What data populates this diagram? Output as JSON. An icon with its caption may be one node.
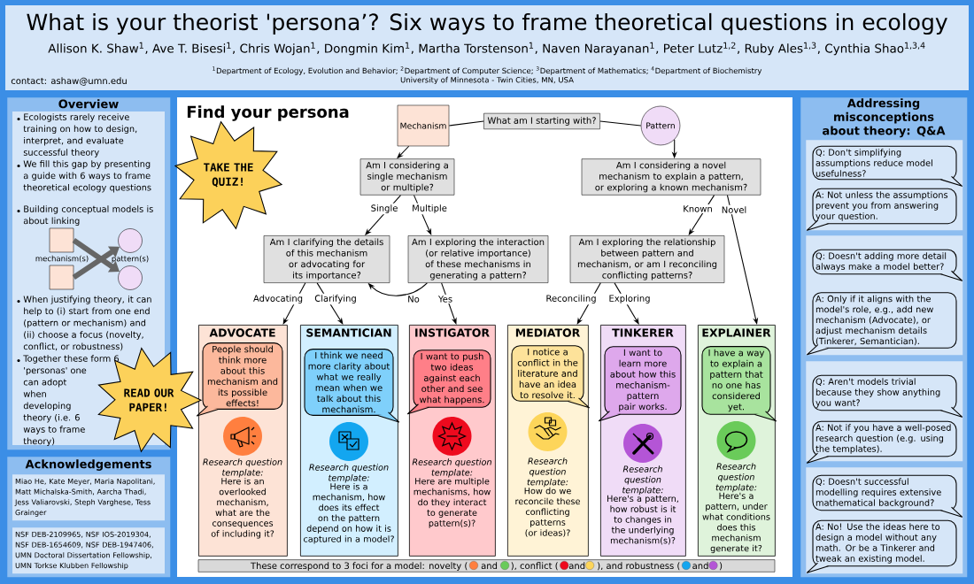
{
  "diagram": {
    "title": "What is your theorist 'persona’? Six ways to frame theoretical questions in ecology",
    "nodes": [
      {
        "text": [
          "Overview",
          "Ecologists rarely receive training on how to design, interpret, and evaluate successful theory",
          "We fill this gap by presenting a guide with 6 ways to frame theoretical ecology questions",
          "Building conceptual models is about linking",
          "When justifying theory, it can help to (i) start from one end (pattern or mechanism) and (ii) choose a focus (novelty, conflict, or robustness)",
          "Together these form 6 'personas' one can adopt when developing theory (i.e. 6 ways to frame theory)"
        ]
      },
      {
        "text": [],
        "shape": "box",
        "in": 0
      },
      {
        "text": [],
        "shape": "box",
        "in": 0
      },
      {
        "text": [],
        "shape": "circle",
        "in": 0
      },
      {
        "text": [],
        "shape": "circle",
        "in": 0
      },
      {
        "text": [
          "READ OUR PAPER!"
        ]
      },
      {
        "text": [
          "Acknowledgements"
        ]
      },
      {
        "text": [
          "Miao He, Kate Meyer, Maria Napolitani, Matt Michalska-Smith, Aarcha Thadi, Jess Valiarovski, Steph Varghese, Tess Grainger"
        ],
        "in": 6
      },
      {
        "text": [
          "NSF DEB-2109965, NSF IOS-2019304, NSF DEB-1654609, NSF DEB-1947406, UMN Doctoral Dissertation Fellowship, UMN Torkse Klubben Fellowship"
        ],
        "in": 6
      },
      {
        "text": [
          "TAKE THE QUIZ!"
        ]
      },
      {
        "text": [
          "What am I starting with?"
        ]
      },
      {
        "text": [
          "Mechanism"
        ]
      },
      {
        "text": [
          "Pattern"
        ]
      },
      {
        "text": [
          "Am I considering a single mechanism or multiple?"
        ]
      },
      {
        "text": [
          "Am I considering a novel mechanism to explain a pattern, or exploring a known mechanism?"
        ]
      },
      {
        "text": [
          "Am I clarifying the details of this mechanism or advocating for its importance?"
        ]
      },
      {
        "text": [
          "Am I exploring the interaction (or relative importance) of these mechanisms in generating a pattern?"
        ]
      },
      {
        "text": [
          "Am I exploring the relationship between pattern and mechanism, or am I reconciling conflicting patterns?"
        ]
      },
      {
        "text": [
          "ADVOCATE",
          "Research question template:",
          "Here is an overlooked mechanism, what are the consequences of including it?"
        ]
      },
      {
        "text": [
          "SEMANTICIAN",
          "Research question template:",
          "Here is a mechanism, how does its effect on the pattern depend on how it is captured in a model?"
        ]
      },
      {
        "text": [
          "INSTIGATOR",
          "Research question template:",
          "Here are multiple mechanisms, how do they interact to generate pattern(s)?"
        ]
      },
      {
        "text": [
          "MEDIATOR",
          "Research question template:",
          "How do we reconcile these conflicting patterns (or ideas)?"
        ]
      },
      {
        "text": [
          "TINKERER",
          "Research question template:",
          "Here's a pattern, how robust is it to changes in the underlying mechanism(s)?"
        ]
      },
      {
        "text": [
          "EXPLAINER",
          "Research question template:",
          "Here's a pattern, under what conditions does this mechanism generate it?"
        ]
      },
      {
        "text": [
          "People should think more about this mechanism and its possible effects!"
        ],
        "in": 18
      },
      {
        "text": [
          "I think we need more clarity about what we really mean when we talk about this mechanism."
        ],
        "in": 19
      },
      {
        "text": [
          "I want to push two ideas against each other and see what happens."
        ],
        "in": 20
      },
      {
        "text": [
          "I notice a conflict in the literature and have an idea to resolve it."
        ],
        "in": 21
      },
      {
        "text": [
          "I want to learn more about how this mechanism-pattern pair works."
        ],
        "in": 22
      },
      {
        "text": [
          "I have a way to explain a pattern that no one has considered yet."
        ],
        "in": 23
      },
      {
        "text": [
          "These correspond to 3 foci for a model: novelty (",
          "and",
          "), conflict (",
          "and",
          "), and robustness (",
          "and",
          ")"
        ]
      },
      {
        "text": [
          "Addressing misconceptions about theory: Q&A"
        ]
      },
      {
        "text": [],
        "shape": "box",
        "in": 31
      },
      {
        "text": [],
        "shape": "box",
        "in": 31
      },
      {
        "text": [],
        "shape": "box",
        "in": 31
      },
      {
        "text": [],
        "shape": "box",
        "in": 31
      },
      {
        "text": [
          "Q: Don't simplifying assumptions reduce model usefulness?"
        ],
        "in": 32
      },
      {
        "text": [
          "A: Not unless the assumptions prevent you from answering your question."
        ],
        "in": 32
      },
      {
        "text": [
          "Q: Doesn't adding more detail always make a model better?"
        ],
        "in": 33
      },
      {
        "text": [
          "A: Only if it aligns with the model's role, e.g., add new mechanism (Advocate), or adjust mechanism details (Tinkerer, Semantician)."
        ],
        "in": 33
      },
      {
        "text": [
          "Q: Aren't models trivial because they show anything you want?"
        ],
        "in": 34
      },
      {
        "text": [
          "A: Not if you have a well-posed research question (e.g. using the templates)."
        ],
        "in": 34
      },
      {
        "text": [
          "Q: Doesn't successful modelling requires extensive mathematical background?"
        ],
        "in": 35
      },
      {
        "text": [
          "A: No! Use the ideas here to design a model without any math. Or be a Tinkerer and tweak an existing model."
        ],
        "in": 35
      }
    ],
    "edges": [
      {
        "from": 1,
        "to": 4,
        "arrow": "to",
        "style": "thick",
        "color": "#666666"
      },
      {
        "from": 2,
        "to": 3,
        "arrow": "to",
        "style": "thick",
        "color": "#666666"
      },
      {
        "from": 10,
        "to": 11,
        "arrow": "none"
      },
      {
        "from": 10,
        "to": 12,
        "arrow": "none"
      },
      {
        "from": 11,
        "to": 13,
        "arrow": "to"
      },
      {
        "from": 12,
        "to": 14,
        "arrow": "to"
      },
      {
        "from": 13,
        "to": 15,
        "arrow": "to",
        "label": "Single"
      },
      {
        "from": 13,
        "to": 16,
        "arrow": "to",
        "label": "Multiple"
      },
      {
        "from": 14,
        "to": 17,
        "arrow": "to",
        "label": "Known"
      },
      {
        "from": 14,
        "to": 23,
        "arrow": "to",
        "label": "Novel"
      },
      {
        "from": 15,
        "to": 18,
        "arrow": "to",
        "label": "Advocating"
      },
      {
        "from": 15,
        "to": 19,
        "arrow": "to",
        "label": "Clarifying"
      },
      {
        "from": 16,
        "to": 15,
        "arrow": "to",
        "label": "No"
      },
      {
        "from": 16,
        "to": 20,
        "arrow": "to",
        "label": "Yes"
      },
      {
        "from": 17,
        "to": 21,
        "arrow": "to",
        "label": "Reconciling"
      },
      {
        "from": 17,
        "to": 22,
        "arrow": "to",
        "label": "Exploring"
      }
    ],
    "labels": [
      "Allison K. Shaw$^{1}$, Ave T. Bisesi$^{1}$, Chris Wojan$^{1}$, Dongmin Kim$^{1}$, Martha Torstenson$^{1}$, Naven Narayanan$^{1}$, Peter Lutz$^{1,2}$, Ruby Ales$^{1,3}$, Cynthia Shao$^{1,3,4}$",
      "$^{1}$Department of Ecology, Evolution and Behavior; $^{2}$Department of Computer Science; $^{3}$Department of Mathematics; $^{4}$Department of Biochemistry",
      "University of Minnesota - Twin Cities, MN, USA",
      "contact: ashaw@umn.edu",
      "Find your persona",
      "mechanism(s)",
      "pattern(s)"
    ]
  }
}
